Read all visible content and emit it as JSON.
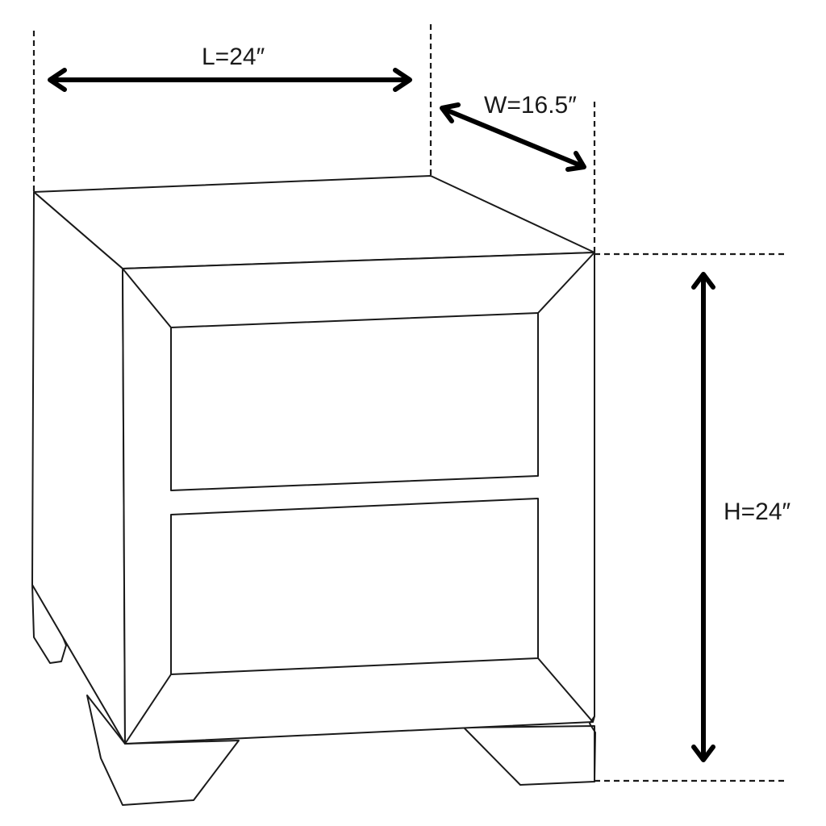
{
  "dimensions": {
    "length_label": "L=24″",
    "width_label": "W=16.5″",
    "height_label": "H=24″"
  }
}
